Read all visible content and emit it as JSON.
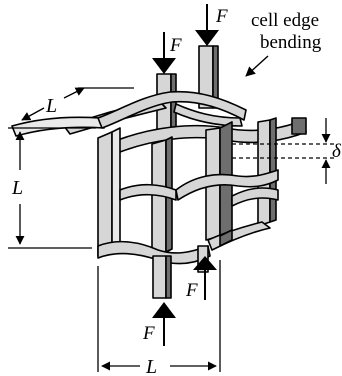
{
  "labels": {
    "force": "F",
    "length": "L",
    "deflection": "δ",
    "annotation_line1": "cell edge",
    "annotation_line2": "bending"
  }
}
